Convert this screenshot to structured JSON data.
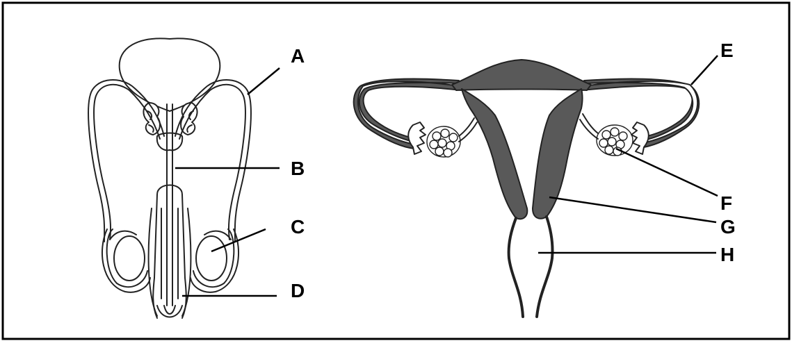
{
  "figure": {
    "labels": {
      "a": "A",
      "b": "B",
      "c": "C",
      "d": "D",
      "e": "E",
      "f": "F",
      "g": "G",
      "h": "H"
    },
    "colors": {
      "frame": "#000000",
      "outline": "#222222",
      "fill": "#595959",
      "background": "#ffffff"
    }
  }
}
